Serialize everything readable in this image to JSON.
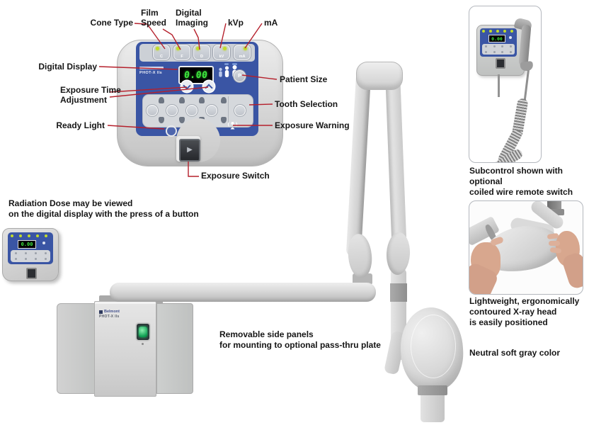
{
  "colors": {
    "accent_red": "#b5202c",
    "panel_blue": "#3a55a4",
    "led_green": "#c3dc2a",
    "display_green": "#3fe73f",
    "machine_gray": "#d2d2d2"
  },
  "callouts": {
    "cone_type": "Cone Type",
    "film_speed": "Film\nSpeed",
    "digital_imaging": "Digital\nImaging",
    "kvp": "kVp",
    "ma": "mA",
    "digital_display": "Digital Display",
    "exposure_time_adjustment": "Exposure Time\nAdjustment",
    "ready_light": "Ready Light",
    "patient_size": "Patient Size",
    "tooth_selection": "Tooth Selection",
    "exposure_warning": "Exposure Warning",
    "exposure_switch": "Exposure Switch"
  },
  "control_panel": {
    "brand": "PHOT-X IIs",
    "display_value": "0.00",
    "mode_buttons": [
      {
        "label": "C"
      },
      {
        "label": "F"
      },
      {
        "label": "D"
      },
      {
        "label": "kV"
      },
      {
        "label": "mA"
      }
    ],
    "patient_button_label": "P"
  },
  "wall_unit": {
    "brand_line1": "Belmont",
    "brand_line2": "PHOT-X IIs"
  },
  "mini_panel": {
    "display_value": "0.00"
  },
  "subcontrol_panel": {
    "display_value": "0.00"
  },
  "notes": {
    "radiation_dose": "Radiation Dose may be viewed\non the digital display with the press of a button",
    "removable_panels": "Removable side panels\nfor mounting to optional pass-thru plate",
    "subcontrol": "Subcontrol shown with optional\ncoiled wire remote switch",
    "xray_head": "Lightweight, ergonomically\ncontoured X-ray head\nis easily positioned",
    "neutral_gray": "Neutral soft gray color"
  },
  "icons": {
    "exposure_switch_triangle": "▶"
  }
}
